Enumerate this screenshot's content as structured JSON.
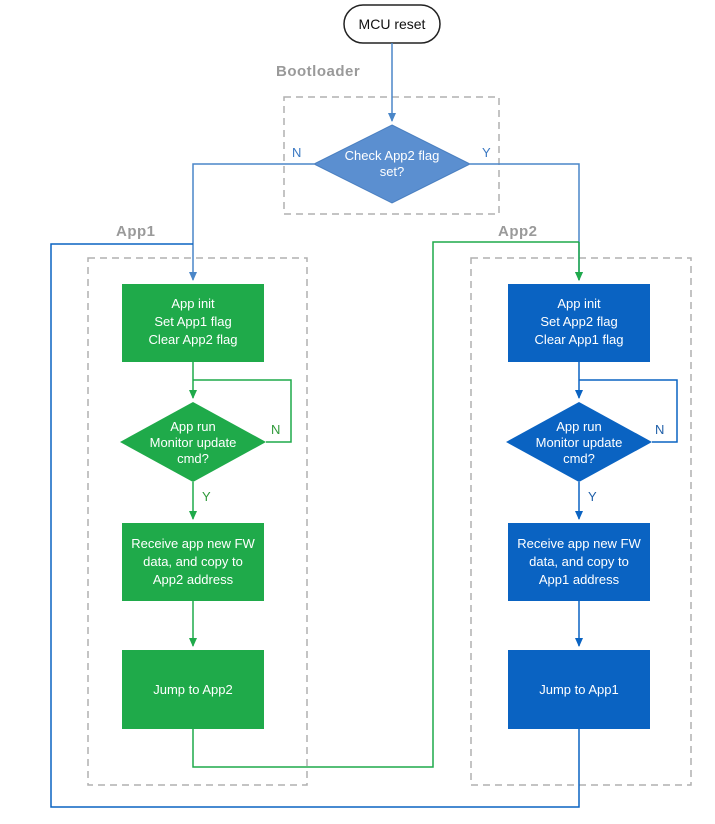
{
  "start": {
    "label": "MCU reset"
  },
  "groups": {
    "bootloader": "Bootloader",
    "app1": "App1",
    "app2": "App2"
  },
  "bootloader": {
    "decision": [
      "Check App2 flag",
      "set?"
    ],
    "no_label": "N",
    "yes_label": "Y"
  },
  "app1": {
    "init": [
      "App init",
      "Set App1 flag",
      "Clear App2 flag"
    ],
    "decision": [
      "App run",
      "Monitor update",
      "cmd?"
    ],
    "loop_label": "N",
    "yes_label": "Y",
    "receive": [
      "Receive app new FW",
      "data, and copy to",
      "App2 address"
    ],
    "jump": "Jump to App2"
  },
  "app2": {
    "init": [
      "App init",
      "Set App2 flag",
      "Clear App1 flag"
    ],
    "decision": [
      "App run",
      "Monitor update",
      "cmd?"
    ],
    "loop_label": "N",
    "yes_label": "Y",
    "receive": [
      "Receive app new FW",
      "data, and copy to",
      "App1 address"
    ],
    "jump": "Jump to App1"
  },
  "colors": {
    "bootloader": "#5b8fd0",
    "app1": "#1faa4a",
    "app2": "#0a63c2",
    "group_border": "#b0b0b0"
  }
}
